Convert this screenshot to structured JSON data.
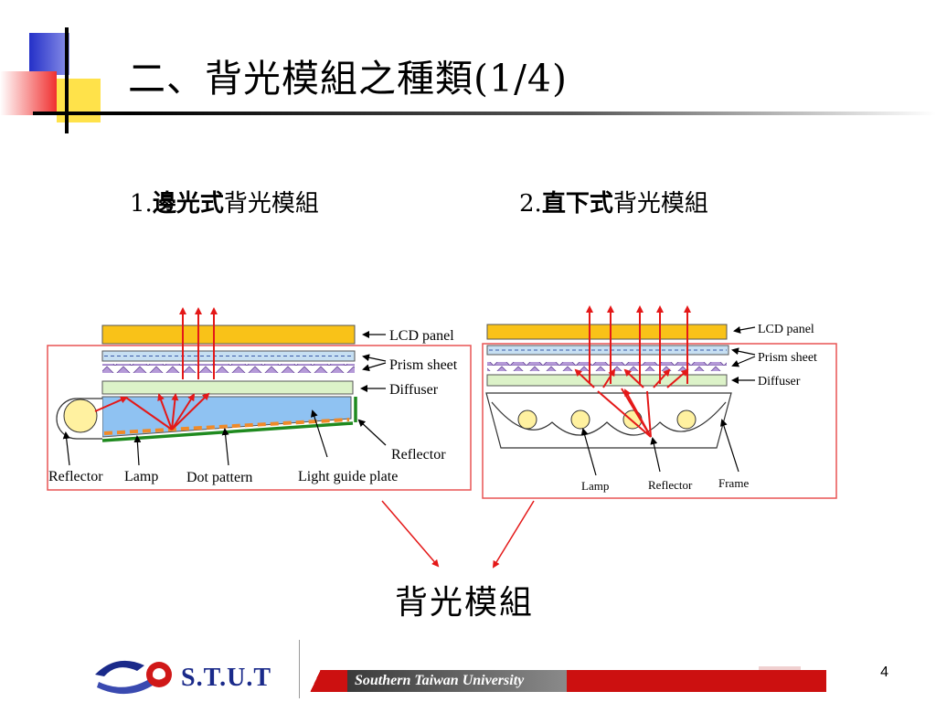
{
  "slide": {
    "title": "二、背光模組之種類(1/4)",
    "page_number": "4",
    "center_label": "背光模組"
  },
  "edge_lit": {
    "prefix": "1.",
    "bold": "邊光式",
    "rest": "背光模組",
    "labels": {
      "lcd_panel": "LCD panel",
      "prism_sheet": "Prism sheet",
      "diffuser": "Diffuser",
      "reflector_right": "Reflector",
      "reflector_left": "Reflector",
      "lamp": "Lamp",
      "dot_pattern": "Dot pattern",
      "light_guide_plate": "Light guide plate"
    }
  },
  "direct_lit": {
    "prefix": "2.",
    "bold": "直下式",
    "rest": "背光模組",
    "labels": {
      "lcd_panel": "LCD panel",
      "prism_sheet": "Prism sheet",
      "diffuser": "Diffuser",
      "lamp": "Lamp",
      "reflector": "Reflector",
      "frame": "Frame"
    }
  },
  "footer": {
    "logo_text": "S.T.U.T",
    "university": "Southern Taiwan University"
  },
  "colors": {
    "lcd_panel": "#f9c218",
    "prism_sheet": "#c6dff2",
    "prism_triangles": "#b59ad8",
    "diffuser": "#dcf2c8",
    "light_guide": "#8fc2f2",
    "dot_pattern": "#f08a28",
    "reflector": "#1f8a1f",
    "lamp": "#fff1a0",
    "ray": "#e41818",
    "box_border": "#e85454",
    "footer_bar": "#cc1010",
    "logo_blue": "#1a2a8a"
  }
}
